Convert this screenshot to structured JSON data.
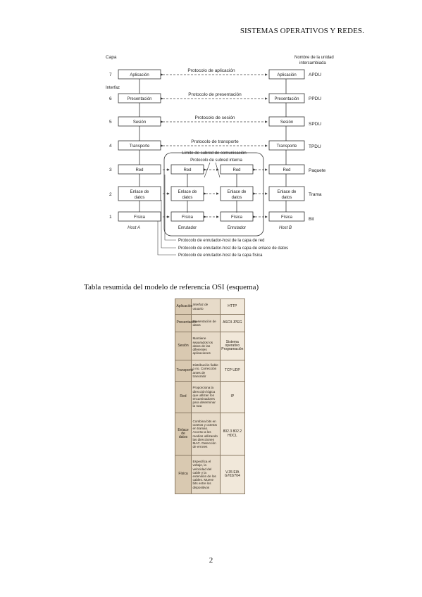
{
  "header": "SISTEMAS OPERATIVOS Y REDES.",
  "diagram": {
    "capa_label": "Capa",
    "interfaz_label": "Interfaz",
    "unit_title_line1": "Nombre de la unidad",
    "unit_title_line2": "intercambiada",
    "layers": [
      {
        "num": "7",
        "name": "Aplicación",
        "unit": "APDU",
        "protocol": "Protocolo de aplicación"
      },
      {
        "num": "6",
        "name": "Presentación",
        "unit": "PPDU",
        "protocol": "Protocolo de presentación"
      },
      {
        "num": "5",
        "name": "Sesión",
        "unit": "SPDU",
        "protocol": "Protocolo de sesión"
      },
      {
        "num": "4",
        "name": "Transporte",
        "unit": "TPDU",
        "protocol": "Protocolo de transporte"
      }
    ],
    "lower_layers": [
      {
        "num": "3",
        "name": "Red",
        "unit": "Paquete"
      },
      {
        "num": "2",
        "name_line1": "Enlace de",
        "name_line2": "datos",
        "unit": "Trama"
      },
      {
        "num": "1",
        "name": "Física",
        "unit": "Bit"
      }
    ],
    "subnet_limit": "Límite de subred de comunicación",
    "subnet_protocol": "Protocolo de subred interna",
    "host_a": "Host A",
    "host_b": "Host B",
    "router_label": "Enrutador",
    "legend": [
      "Protocolo de enrutador-host de la capa de red",
      "Protocolo de enrutador-host de la capa de enlace de datos",
      "Protocolo de enrutador-host de la capa física"
    ]
  },
  "caption": "Tabla resumida del modelo de referencia OSI (esquema)",
  "osi_table": [
    {
      "layer": "Aplicación",
      "function": "Interfaz de usuario",
      "protocol": "HTTP"
    },
    {
      "layer": "Presentación",
      "function": "Presentación de datos",
      "protocol": "ASCII JPEG"
    },
    {
      "layer": "Sesión",
      "function": "Mantiene separados los datos de las diferentes aplicaciones",
      "protocol": "Sistema operativo Programación"
    },
    {
      "layer": "Transporte",
      "function": "Distribución fiable o no. Corrección antes de transmitir",
      "protocol": "TCP UDP"
    },
    {
      "layer": "Red",
      "function": "Proporciona la dirección lógica que utilizan los encaminadores para determinar la ruta",
      "protocol": "IP"
    },
    {
      "layer": "Enlace de datos",
      "function": "Combina bits en octetos y octetos en tramas. Acceso a los medios utilizando las direcciones MAC. Detección de errores",
      "protocol": "802.3 802.2 HDCL"
    },
    {
      "layer": "Física",
      "function": "Especifica el voltaje, la velocidad del cable y la extensión de los cables. Mueve bits entre los dispositivos",
      "protocol": "V.35 EIA G703/704"
    }
  ],
  "page_number": "2"
}
